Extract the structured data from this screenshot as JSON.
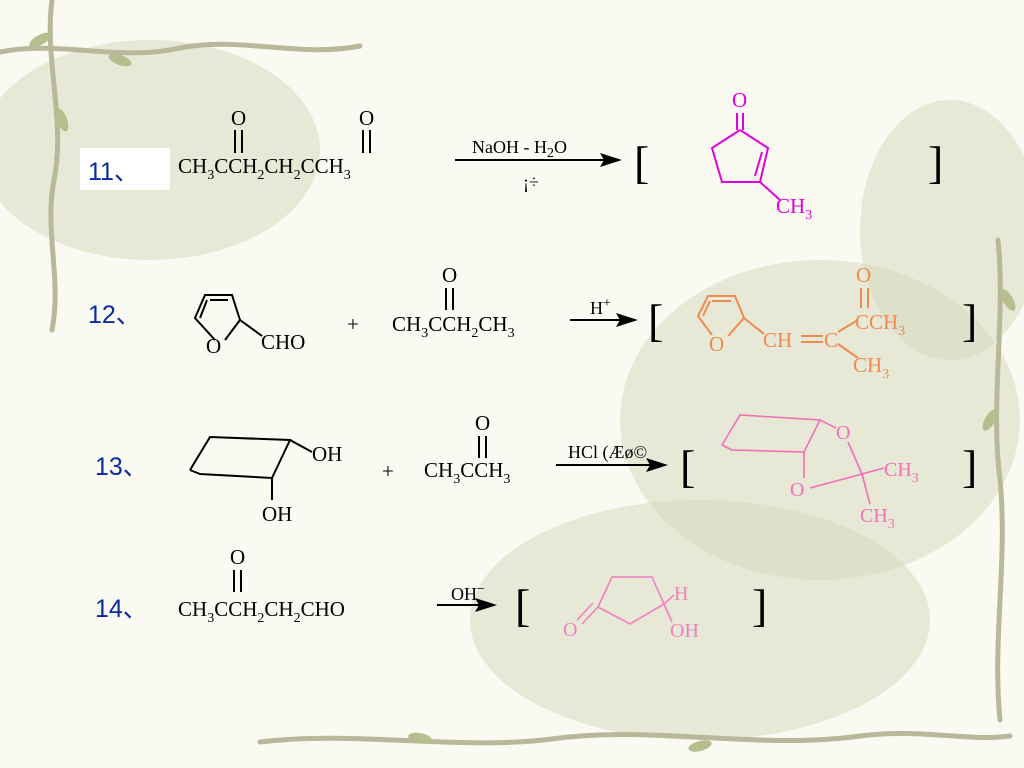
{
  "reactions": [
    {
      "number": "11、",
      "reactant_o1": "O",
      "reactant_o2": "O",
      "reactant_parts": [
        "CH",
        "3",
        "CCH",
        "2",
        "CH",
        "2",
        "CCH",
        "3"
      ],
      "reagent_top": "NaOH - H",
      "reagent_top_sub": "2",
      "reagent_top_end": "O",
      "reagent_bottom": "¡÷",
      "bracket_open": "[",
      "bracket_close": "]",
      "product_o": "O",
      "product_ch3": "CH",
      "product_ch3_sub": "3",
      "product_color": "#e000e0"
    },
    {
      "number": "12、",
      "furan_o": "O",
      "furan_cho": "CHO",
      "plus": "+",
      "ketone_o": "O",
      "ketone_parts": [
        "CH",
        "3",
        "CCH",
        "2",
        "CH",
        "3"
      ],
      "reagent": "H",
      "reagent_sup": "+",
      "bracket_open": "[",
      "bracket_close": "]",
      "product_furan_o": "O",
      "product_chain": "CH",
      "product_c": "C",
      "product_o": "O",
      "product_cch3": "CCH",
      "product_cch3_sub": "3",
      "product_ch3": "CH",
      "product_ch3_sub": "3",
      "product_color": "#f08a50"
    },
    {
      "number": "13、",
      "diol_oh1": "OH",
      "diol_oh2": "OH",
      "plus": "+",
      "acetone_o": "O",
      "acetone_parts": [
        "CH",
        "3",
        "CCH",
        "3"
      ],
      "reagent": "HCl (Æø©",
      "bracket_open": "[",
      "bracket_close": "]",
      "product_o1": "O",
      "product_o2": "O",
      "product_ch3a": "CH",
      "product_ch3a_sub": "3",
      "product_ch3b": "CH",
      "product_ch3b_sub": "3",
      "product_color": "#f070b8"
    },
    {
      "number": "14、",
      "reactant_o": "O",
      "reactant_parts": [
        "CH",
        "3",
        "CCH",
        "2",
        "CH",
        "2",
        "CHO"
      ],
      "reagent": "OH",
      "reagent_sup": "−",
      "bracket_open": "[",
      "bracket_close": "]",
      "product_o": "O",
      "product_h": "H",
      "product_oh": "OH",
      "product_color": "#f080c0"
    }
  ]
}
